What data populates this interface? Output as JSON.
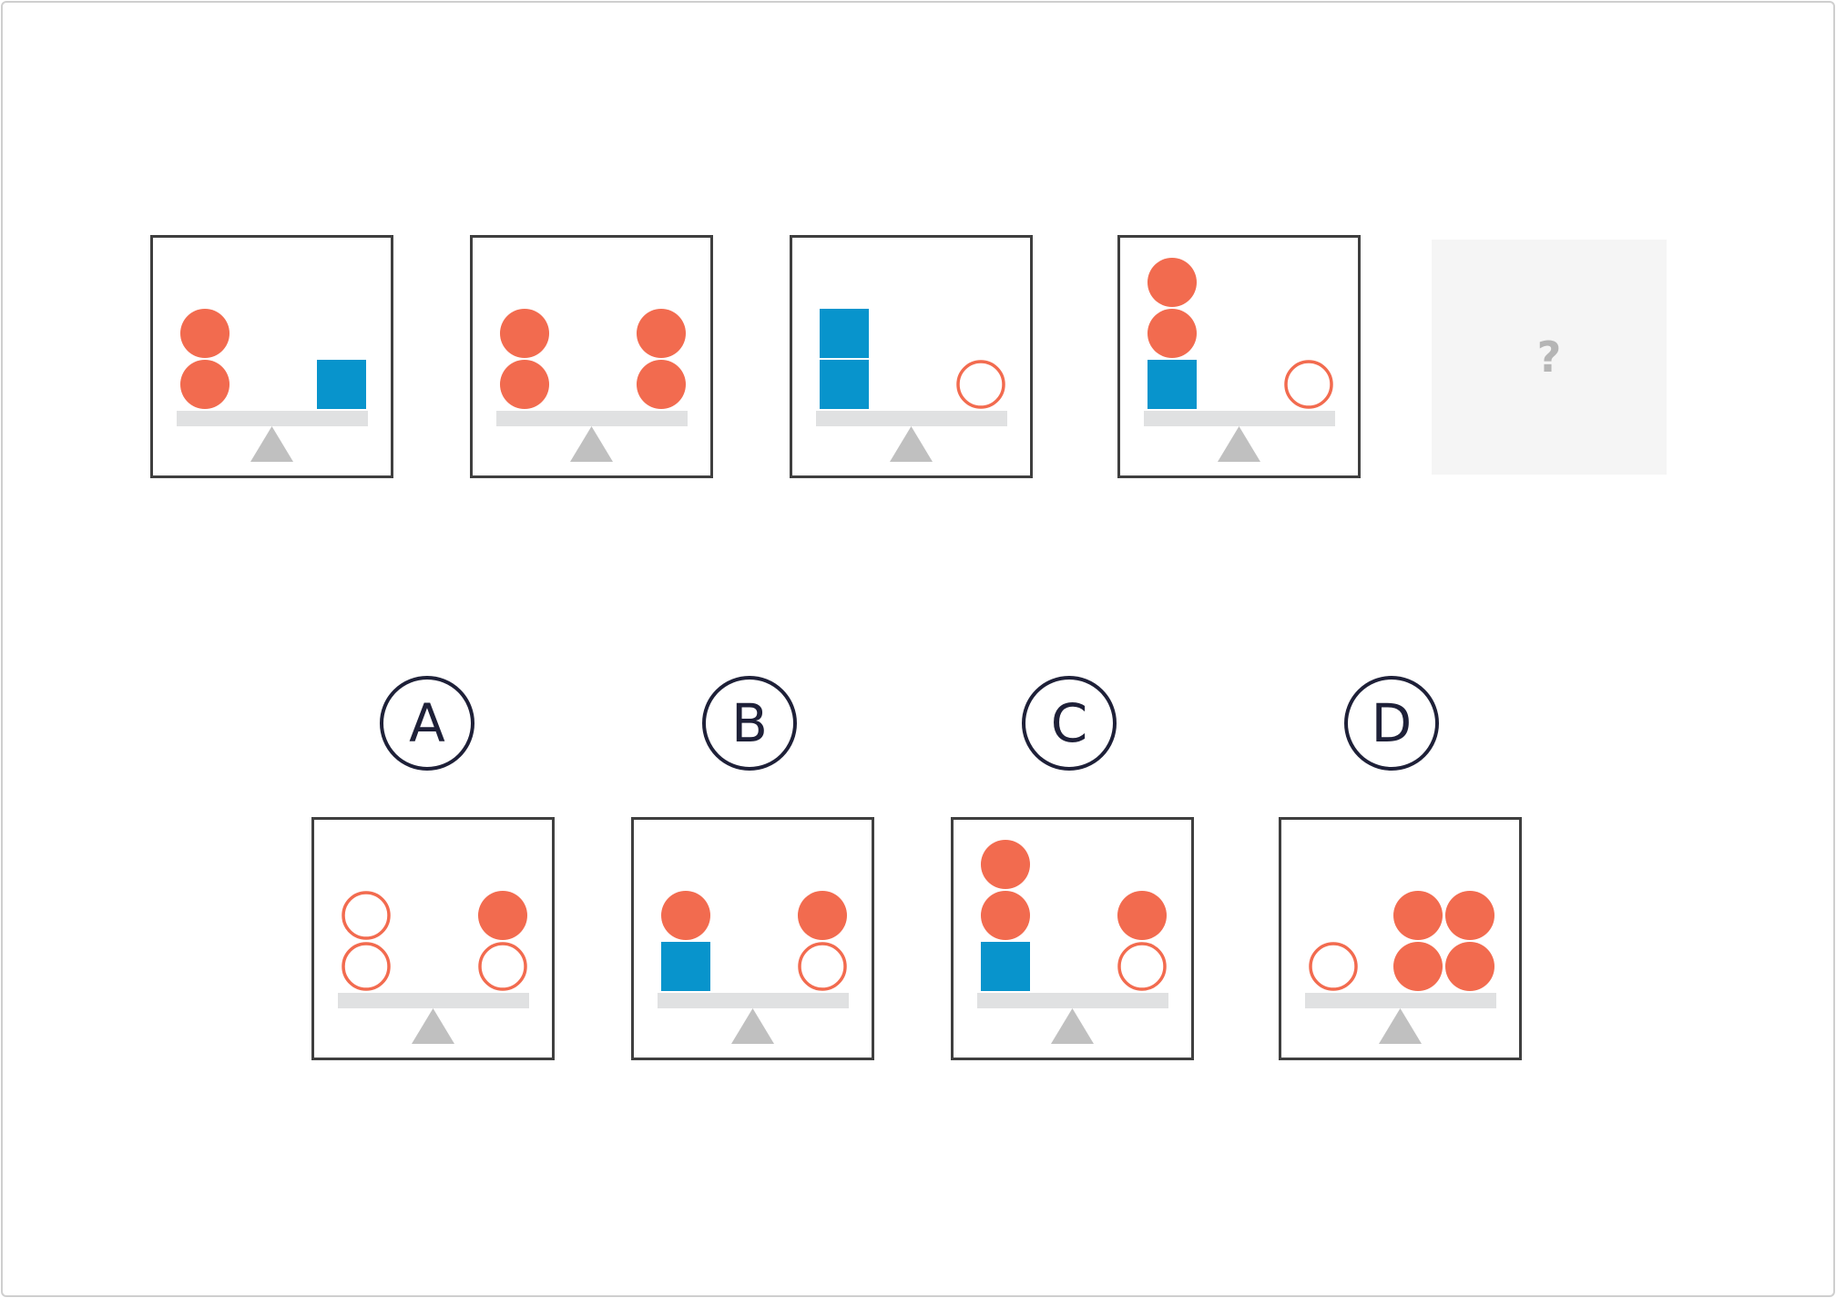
{
  "colors": {
    "red": "#f26b4f",
    "blue": "#0894cc",
    "beam": "#e0e1e2",
    "fulcrum": "#c0c0c0",
    "panel_border": "#3f3f3f",
    "label_ink": "#1e2038"
  },
  "question": {
    "panels": [
      {
        "left": [
          "red-circle",
          "red-circle"
        ],
        "right": [
          "blue-square"
        ]
      },
      {
        "left": [
          "red-circle",
          "red-circle"
        ],
        "right": [
          "red-circle",
          "red-circle"
        ]
      },
      {
        "left": [
          "blue-square",
          "blue-square"
        ],
        "right": [
          "hollow-circle"
        ]
      },
      {
        "left": [
          "blue-square",
          "red-circle",
          "red-circle"
        ],
        "right": [
          "hollow-circle"
        ]
      }
    ],
    "placeholder_symbol": "?"
  },
  "options": [
    {
      "label": "A",
      "left": [
        "hollow-circle",
        "hollow-circle"
      ],
      "right": [
        "hollow-circle",
        "red-circle"
      ],
      "rightCols": 1
    },
    {
      "label": "B",
      "left": [
        "blue-square",
        "red-circle"
      ],
      "right": [
        "hollow-circle",
        "red-circle"
      ],
      "rightCols": 1
    },
    {
      "label": "C",
      "left": [
        "blue-square",
        "red-circle",
        "red-circle"
      ],
      "right": [
        "hollow-circle",
        "red-circle"
      ],
      "rightCols": 1
    },
    {
      "label": "D",
      "left": [
        "hollow-circle"
      ],
      "right": [
        "red-circle",
        "red-circle",
        "red-circle",
        "red-circle"
      ],
      "rightCols": 2
    }
  ]
}
